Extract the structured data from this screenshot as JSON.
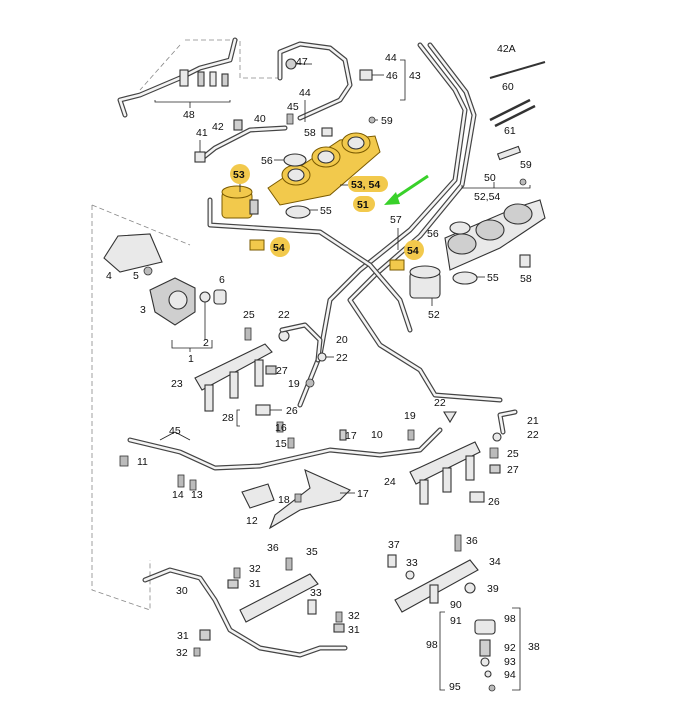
{
  "callouts": {
    "c1": "1",
    "c2": "2",
    "c3": "3",
    "c4": "4",
    "c5": "5",
    "c6": "6",
    "c10": "10",
    "c11": "11",
    "c12": "12",
    "c13": "13",
    "c14": "14",
    "c15": "15",
    "c16": "16",
    "c17": "17",
    "c18": "18",
    "c19a": "19",
    "c19b": "19",
    "c20": "20",
    "c21": "21",
    "c22a": "22",
    "c22b": "22",
    "c22c": "22",
    "c22d": "22",
    "c23": "23",
    "c24": "24",
    "c25a": "25",
    "c25b": "25",
    "c26a": "26",
    "c26b": "26",
    "c27a": "27",
    "c27b": "27",
    "c28": "28",
    "c30": "30",
    "c31a": "31",
    "c31b": "31",
    "c32a": "32",
    "c32b": "32",
    "c32c": "32",
    "c33a": "33",
    "c33b": "33",
    "c34": "34",
    "c35": "35",
    "c36a": "36",
    "c36b": "36",
    "c37": "37",
    "c38": "38",
    "c39": "39",
    "c40": "40",
    "c41": "41",
    "c42": "42",
    "c42a": "42A",
    "c43": "43",
    "c44a": "44",
    "c44b": "44",
    "c45a": "45",
    "c45b": "45",
    "c46": "46",
    "c47": "47",
    "c48": "48",
    "c50": "50",
    "c52": "52",
    "c5254": "52,54",
    "c55a": "55",
    "c55b": "55",
    "c56a": "56",
    "c56b": "56",
    "c57": "57",
    "c58a": "58",
    "c58b": "58",
    "c59a": "59",
    "c59b": "59",
    "c60": "60",
    "c61": "61",
    "c90": "90",
    "c91": "91",
    "c92": "92",
    "c93": "93",
    "c94": "94",
    "c95": "95",
    "c98a": "98",
    "c98b": "98"
  },
  "highlighted": {
    "h51": "51",
    "h5354": "53, 54",
    "h53": "53",
    "h54a": "54",
    "h54b": "54"
  },
  "colors": {
    "highlight": "#f2c94c",
    "pointer_arrow": "#39d12a"
  }
}
